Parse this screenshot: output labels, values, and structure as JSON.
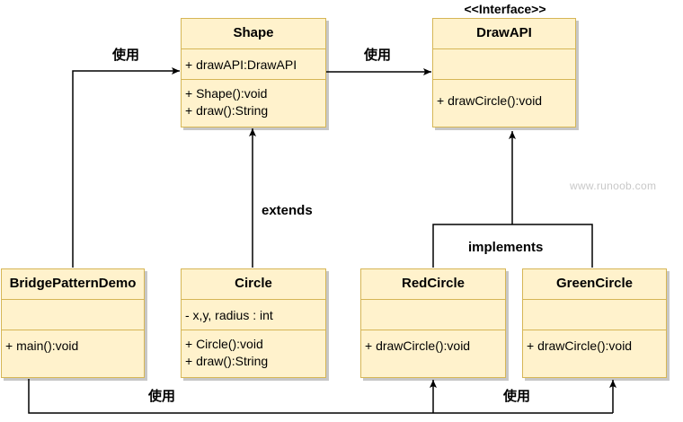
{
  "classes": {
    "shape": {
      "name": "Shape",
      "attributes": [
        "+ drawAPI:DrawAPI"
      ],
      "methods": [
        "+ Shape():void",
        "+ draw():String"
      ]
    },
    "drawapi": {
      "stereotype": "<<Interface>>",
      "name": "DrawAPI",
      "attributes": [],
      "methods": [
        "+ drawCircle():void"
      ]
    },
    "bridge_pattern_demo": {
      "name": "BridgePatternDemo",
      "attributes": [],
      "methods": [
        "+ main():void"
      ]
    },
    "circle": {
      "name": "Circle",
      "attributes": [
        "- x,y, radius : int"
      ],
      "methods": [
        "+ Circle():void",
        "+ draw():String"
      ]
    },
    "red_circle": {
      "name": "RedCircle",
      "attributes": [],
      "methods": [
        "+ drawCircle():void"
      ]
    },
    "green_circle": {
      "name": "GreenCircle",
      "attributes": [],
      "methods": [
        "+ drawCircle():void"
      ]
    }
  },
  "relations": {
    "demo_uses_shape": "使用",
    "shape_uses_drawapi": "使用",
    "circle_extends_shape": "extends",
    "implements_drawapi": "implements",
    "demo_uses_circles_left": "使用",
    "demo_uses_circles_right": "使用"
  },
  "watermark": "www.runoob.com",
  "colors": {
    "class_fill": "#fff2cc",
    "class_border": "#d6b656",
    "line": "#000000"
  }
}
